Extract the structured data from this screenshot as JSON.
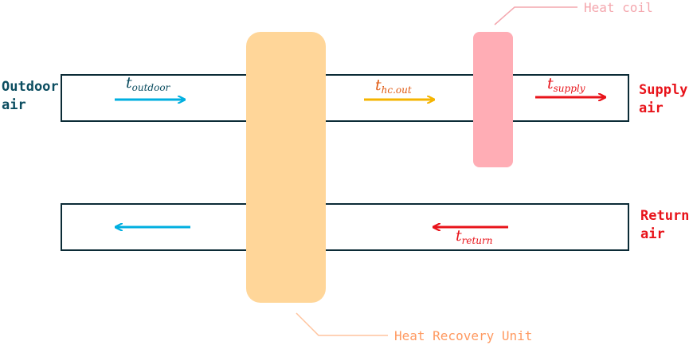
{
  "labels": {
    "outdoor_air": [
      "Outdoor",
      "air"
    ],
    "supply_air": [
      "Supply",
      "air"
    ],
    "return_air": [
      "Return",
      "air"
    ],
    "heat_coil": "Heat coil",
    "heat_recovery_unit": "Heat Recovery Unit"
  },
  "temperatures": {
    "outdoor": {
      "base": "t",
      "sub": "outdoor"
    },
    "hc_out": {
      "base": "t",
      "sub": "hc.out"
    },
    "supply": {
      "base": "t",
      "sub": "supply"
    },
    "return": {
      "base": "t",
      "sub": "return"
    }
  },
  "colors": {
    "outdoor": "#00afe0",
    "hc_out": "#f5b400",
    "hc_out_label": "#e05a12",
    "supply": "#e8131a",
    "return": "#e8131a",
    "exhaust": "#00afe0",
    "duct_stroke": "#0b2b36",
    "label_dark": "#0b4d60",
    "heat_coil_fill": "#ffadb5",
    "heat_coil_label": "#f4a7ae",
    "heat_recovery_fill": "#ffd699",
    "heat_recovery_label": "#ff9a61"
  }
}
